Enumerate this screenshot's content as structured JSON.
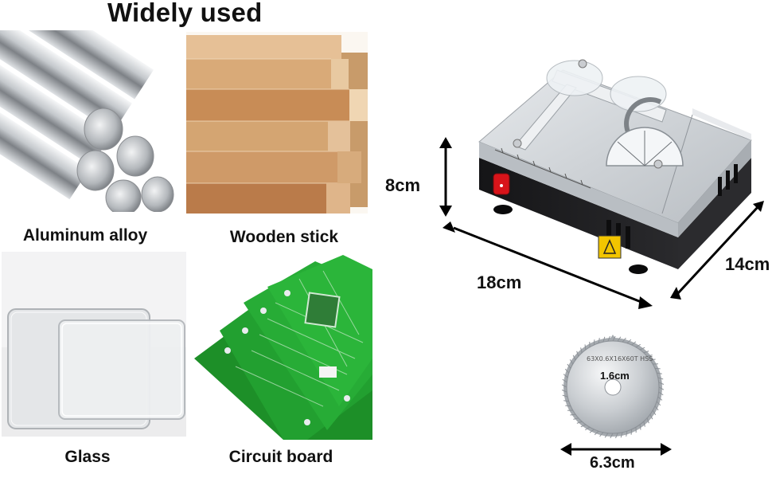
{
  "heading": "Widely used",
  "materials": [
    {
      "label": "Aluminum alloy",
      "icon": "aluminum-rods-photo"
    },
    {
      "label": "Wooden stick",
      "icon": "wooden-sticks-photo"
    },
    {
      "label": "Glass",
      "icon": "glass-sheets-photo"
    },
    {
      "label": "Circuit board",
      "icon": "circuit-boards-photo"
    }
  ],
  "dimensions": {
    "height": "8cm",
    "length": "18cm",
    "width": "14cm",
    "blade_diameter": "6.3cm",
    "blade_bore": "1.6cm"
  },
  "blade_marking": "63X0.6X16X60T HSS",
  "colors": {
    "pcb_green": "#1f9a2c",
    "saw_top": "#d4d8dc",
    "saw_body": "#1c1c1e",
    "switch_red": "#d8141a",
    "warning_yellow": "#f2c500"
  }
}
